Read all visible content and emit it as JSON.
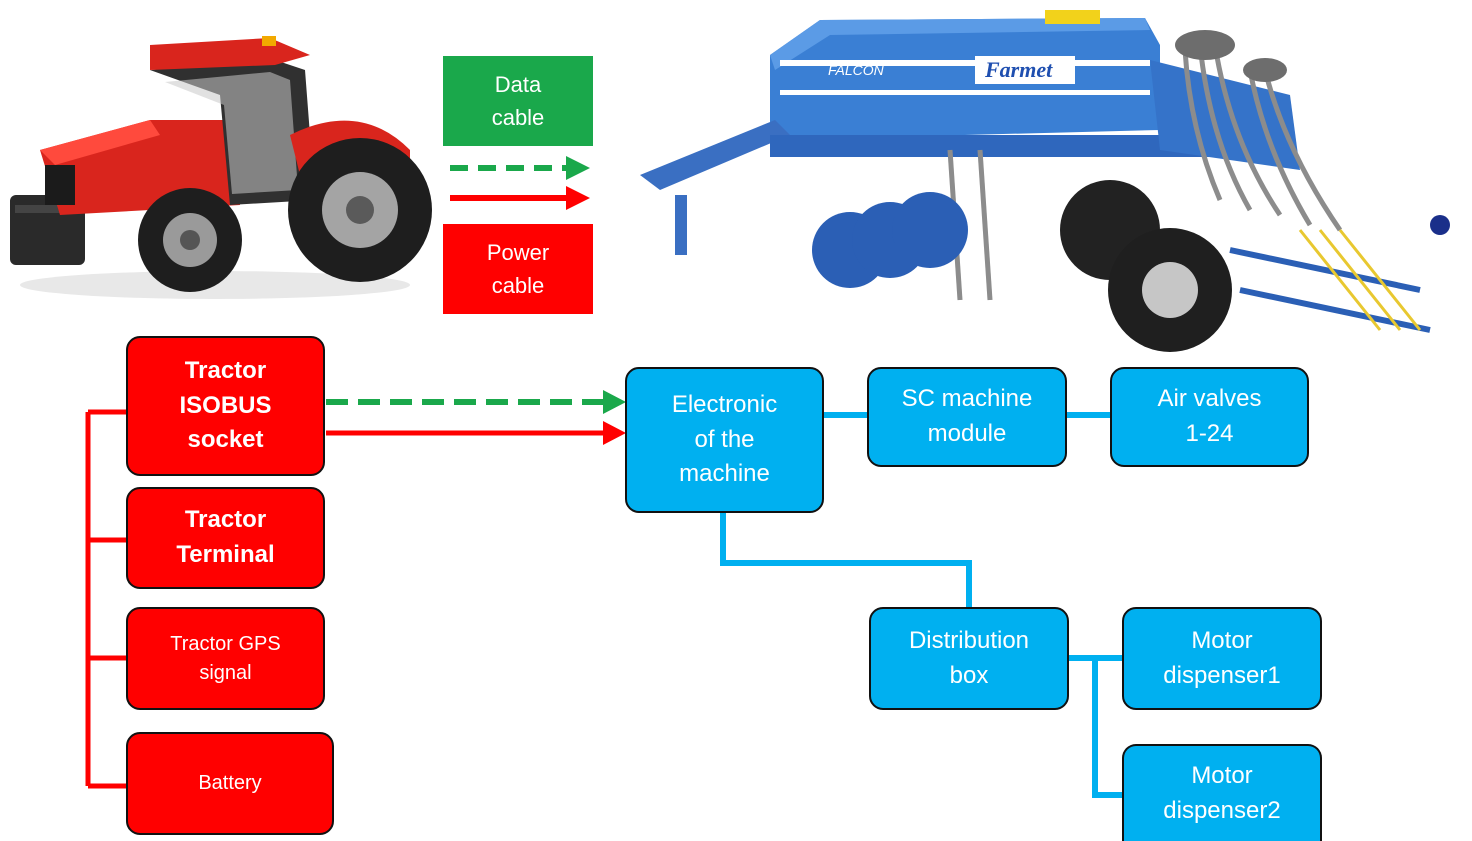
{
  "legend": {
    "data_label": "Data\ncable",
    "power_label": "Power\ncable",
    "data_color": "#1aa84b",
    "power_color": "#ff0000"
  },
  "tractor_side": {
    "color": "#ff0000",
    "boxes": {
      "isobus_socket": "Tractor\nISOBUS\nsocket",
      "terminal": "Tractor\nTerminal",
      "gps_signal": "Tractor GPS\nsignal",
      "battery": "Battery"
    }
  },
  "machine_side": {
    "color": "#00b0f0",
    "boxes": {
      "electronic": "Electronic\nof the\nmachine",
      "sc_module": "SC machine\nmodule",
      "air_valves": "Air valves\n1-24",
      "distribution_box": "Distribution\nbox",
      "motor1": "Motor\ndispenser1",
      "motor2": "Motor\ndispenser2"
    }
  },
  "seeder_brand": {
    "model": "FALCON",
    "brand": "Farmet"
  }
}
